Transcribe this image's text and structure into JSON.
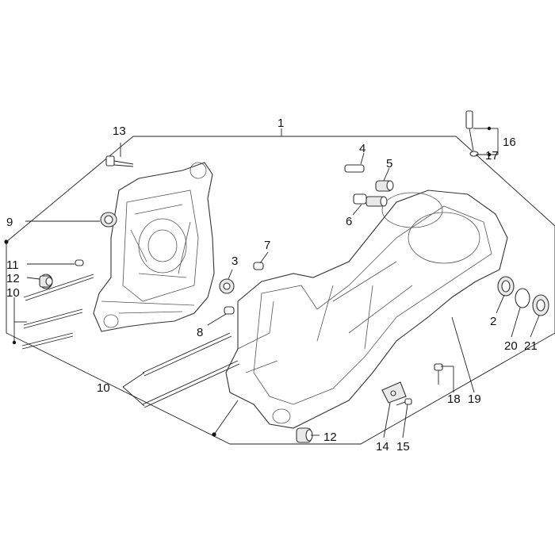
{
  "labels": {
    "l1": "1",
    "l2": "2",
    "l3": "3",
    "l4": "4",
    "l5": "5",
    "l6": "6",
    "l7": "7",
    "l8": "8",
    "l9": "9",
    "l10a": "10",
    "l10b": "10",
    "l11": "11",
    "l12a": "12",
    "l12b": "12",
    "l13": "13",
    "l14": "14",
    "l15": "15",
    "l16": "16",
    "l17": "17",
    "l18": "18",
    "l19": "19",
    "l20": "20",
    "l21": "21"
  }
}
